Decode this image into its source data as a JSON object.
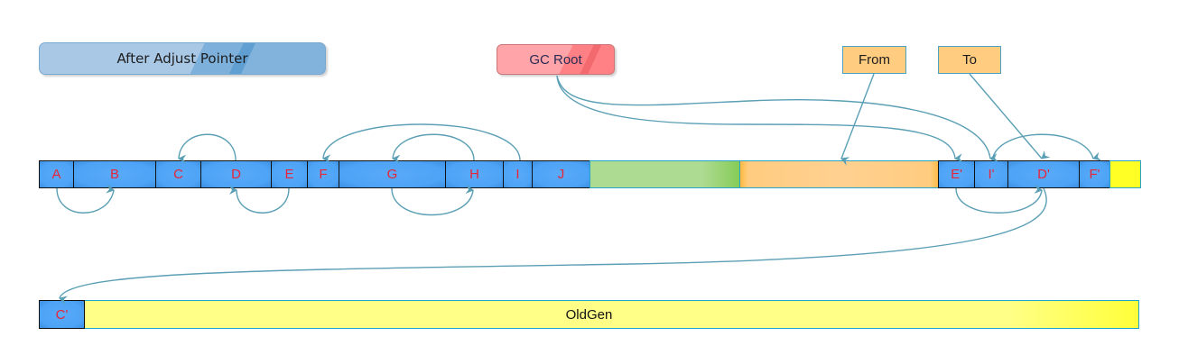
{
  "title": "After Adjust Pointer",
  "labels": {
    "gc_root": "GC Root",
    "from": "From",
    "to": "To",
    "old_gen": "OldGen"
  },
  "young_gen": {
    "objects": [
      {
        "id": "A",
        "label": "A"
      },
      {
        "id": "B",
        "label": "B"
      },
      {
        "id": "C",
        "label": "C"
      },
      {
        "id": "D",
        "label": "D"
      },
      {
        "id": "E",
        "label": "E"
      },
      {
        "id": "F",
        "label": "F"
      },
      {
        "id": "G",
        "label": "G"
      },
      {
        "id": "H",
        "label": "H"
      },
      {
        "id": "I",
        "label": "I"
      },
      {
        "id": "J",
        "label": "J"
      }
    ],
    "survivor_objects": [
      {
        "id": "E'",
        "label": "E'"
      },
      {
        "id": "I'",
        "label": "I'"
      },
      {
        "id": "D'",
        "label": "D'"
      },
      {
        "id": "F'",
        "label": "F'"
      }
    ]
  },
  "old_gen_objects": [
    {
      "id": "C'",
      "label": "C'"
    }
  ],
  "references": [
    {
      "from": "A",
      "to": "B"
    },
    {
      "from": "D",
      "to": "C"
    },
    {
      "from": "E",
      "to": "D"
    },
    {
      "from": "G",
      "to": "H"
    },
    {
      "from": "H",
      "to": "G"
    },
    {
      "from": "I",
      "to": "F"
    },
    {
      "from": "GC Root",
      "to": "E'"
    },
    {
      "from": "GC Root",
      "to": "I'"
    },
    {
      "from": "From",
      "to": "from-space"
    },
    {
      "from": "To",
      "to": "D'"
    },
    {
      "from": "I'",
      "to": "F'"
    },
    {
      "from": "E'",
      "to": "D'"
    },
    {
      "from": "D'",
      "to": "C'"
    }
  ],
  "colors": {
    "object_fill": "#4da3f6",
    "object_text": "#e8243a",
    "eden_free": "#aedb92",
    "from_space": "#ffcc80",
    "to_space_end": "#ffff26",
    "old_gen": "#ffff88",
    "arrow": "#5b9fb5",
    "gc_root": "#ffa4a8"
  }
}
